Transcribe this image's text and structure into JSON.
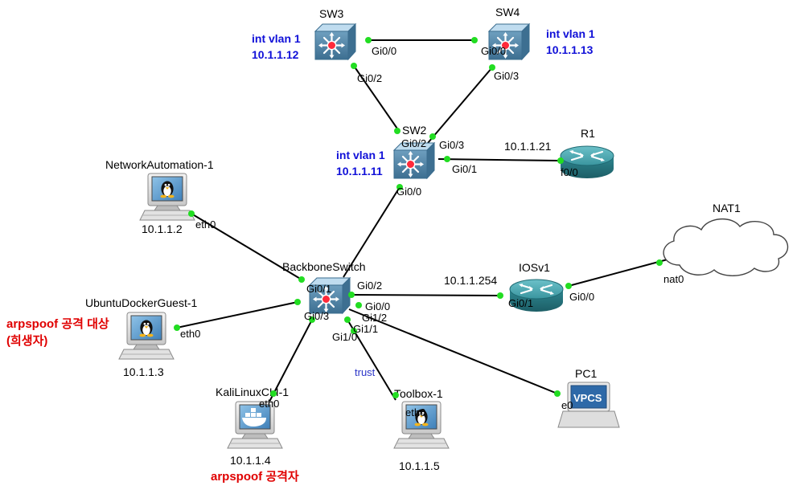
{
  "nodes": {
    "sw3": {
      "name": "SW3",
      "vlan_label": "int vlan 1",
      "ip": "10.1.1.12",
      "icon": "multilayer-switch-icon"
    },
    "sw4": {
      "name": "SW4",
      "vlan_label": "int vlan 1",
      "ip": "10.1.1.13",
      "icon": "multilayer-switch-icon"
    },
    "sw2": {
      "name": "SW2",
      "vlan_label": "int vlan 1",
      "ip": "10.1.1.11",
      "icon": "multilayer-switch-icon"
    },
    "r1": {
      "name": "R1",
      "ip": "10.1.1.21",
      "icon": "router-icon"
    },
    "nat1": {
      "name": "NAT1",
      "icon": "cloud-icon"
    },
    "iosv1": {
      "name": "IOSv1",
      "ip": "10.1.1.254",
      "icon": "router-icon"
    },
    "backbone": {
      "name": "BackboneSwitch",
      "icon": "multilayer-switch-icon"
    },
    "netauto": {
      "name": "NetworkAutomation-1",
      "ip": "10.1.1.2",
      "icon": "linux-host-icon"
    },
    "ubuntu": {
      "name": "UbuntuDockerGuest-1",
      "ip": "10.1.1.3",
      "icon": "linux-host-icon"
    },
    "kali": {
      "name": "KaliLinuxCLI-1",
      "ip": "10.1.1.4",
      "icon": "docker-host-icon"
    },
    "toolbox": {
      "name": "Toolbox-1",
      "ip": "10.1.1.5",
      "icon": "linux-host-icon"
    },
    "pc1": {
      "name": "PC1",
      "badge": "VPCS",
      "icon": "vpcs-icon"
    }
  },
  "ports": {
    "sw3_gi00": "Gi0/0",
    "sw3_gi02": "Gi0/2",
    "sw4_gi00": "Gi0/0",
    "sw4_gi03": "Gi0/3",
    "sw2_gi02": "Gi0/2",
    "sw2_gi03": "Gi0/3",
    "sw2_gi01": "Gi0/1",
    "sw2_gi00": "Gi0/0",
    "r1_f00": "f0/0",
    "iosv_gi01": "Gi0/1",
    "iosv_gi00": "Gi0/0",
    "nat_nat0": "nat0",
    "bb_gi01": "Gi0/1",
    "bb_gi02": "Gi0/2",
    "bb_gi00": "Gi0/0",
    "bb_gi03": "Gi0/3",
    "bb_gi12": "Gi1/2",
    "bb_gi11": "Gi1/1",
    "bb_gi10": "Gi1/0",
    "netauto_eth0": "eth0",
    "ubuntu_eth0": "eth0",
    "kali_eth0": "eth0",
    "toolbox_eth0": "eth0",
    "pc1_e0": "e0"
  },
  "annotations": {
    "victim_line1": "arpspoof 공격 대상",
    "victim_line2": "(희생자)",
    "attacker": "arpspoof 공격자",
    "trust": "trust"
  },
  "colors": {
    "link": "#000000",
    "port_dot": "#22dd22",
    "vlan_text": "#1010d8",
    "annotation_red": "#e00000",
    "trust_text": "#2b35c8",
    "switch_body": "#5b8fb0",
    "router_body": "#3f98a2"
  }
}
